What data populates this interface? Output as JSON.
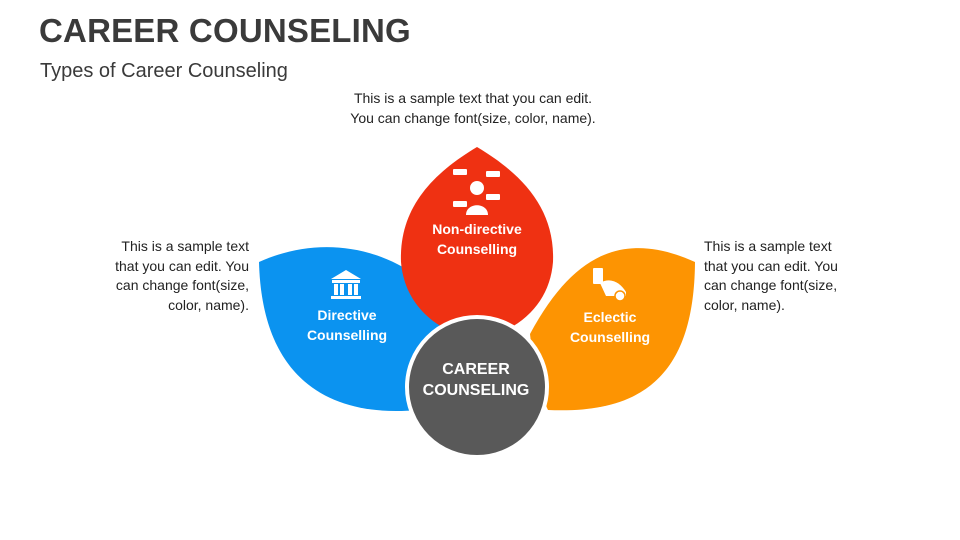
{
  "title": "CAREER COUNSELING",
  "subtitle": "Types of Career Counseling",
  "center": {
    "line1": "CAREER",
    "line2": "COUNSELING",
    "color": "#595959"
  },
  "petals": {
    "directive": {
      "line1": "Directive",
      "line2": "Counselling",
      "color": "#0b93f0",
      "icon": "bank-icon"
    },
    "non_directive": {
      "line1": "Non-directive",
      "line2": "Counselling",
      "color": "#ef3112",
      "icon": "counselor-chat-icon"
    },
    "eclectic": {
      "line1": "Eclectic",
      "line2": "Counselling",
      "color": "#fd9402",
      "icon": "hand-coin-icon"
    }
  },
  "descriptions": {
    "top": [
      "This is a sample text that you can edit.",
      "You can change font(size, color, name)."
    ],
    "left": [
      "This is a sample text",
      "that you can edit. You",
      "can change font(size,",
      "color, name)."
    ],
    "right": [
      "This is a sample text",
      "that you can edit. You",
      "can change font(size,",
      "color, name)."
    ]
  }
}
